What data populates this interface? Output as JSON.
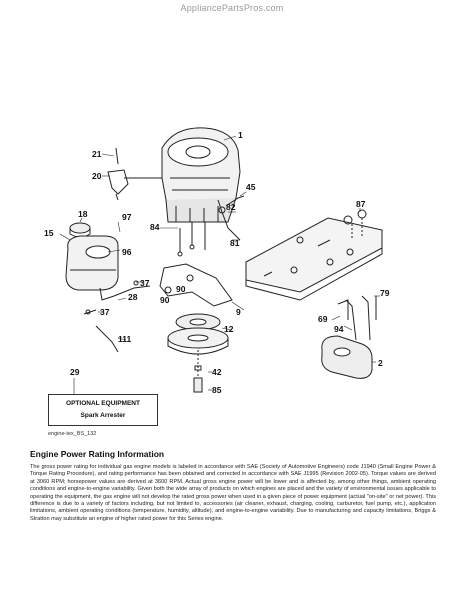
{
  "watermark": "AppliancePartsPros.com",
  "callouts": [
    "1",
    "2",
    "9",
    "12",
    "15",
    "18",
    "20",
    "21",
    "28",
    "29",
    "37",
    "37",
    "42",
    "45",
    "69",
    "79",
    "81",
    "82",
    "84",
    "85",
    "87",
    "90",
    "90",
    "94",
    "96",
    "97",
    "111"
  ],
  "optional_equipment": {
    "title": "OPTIONAL EQUIPMENT",
    "item": "Spark Arrester"
  },
  "figure_id": "engine-tex_BS_132",
  "info": {
    "heading": "Engine Power Rating Information",
    "body": "The gross power rating for individual gas engine models is labeled in accordance with SAE (Society of Automotive Engineers) code J1940 (Small Engine Power & Torque Rating Procedure), and rating performance has been obtained and corrected in accordance with SAE J1995 (Revision 2002-05). Torque values are derived at 3060 RPM; horsepower values are derived at 3600 RPM. Actual gross engine power will be lower and is affected by, among other things, ambient operating conditions and engine-to-engine variability. Given both the wide array of products on which engines are placed and the variety of environmental issues applicable to operating the equipment, the gas engine will not develop the rated gross power when used in a given piece of power equipment (actual \"on-site\" or net power). This difference is due to a variety of factors including, but not limited to, accessories (air cleaner, exhaust, charging, cooling, carburetor, fuel pump, etc.), application limitations, ambient operating conditions (temperature, humidity, altitude), and engine-to-engine variability. Due to manufacturing and capacity limitations, Briggs & Stratton may substitute an engine of higher rated power for this Series engine."
  }
}
